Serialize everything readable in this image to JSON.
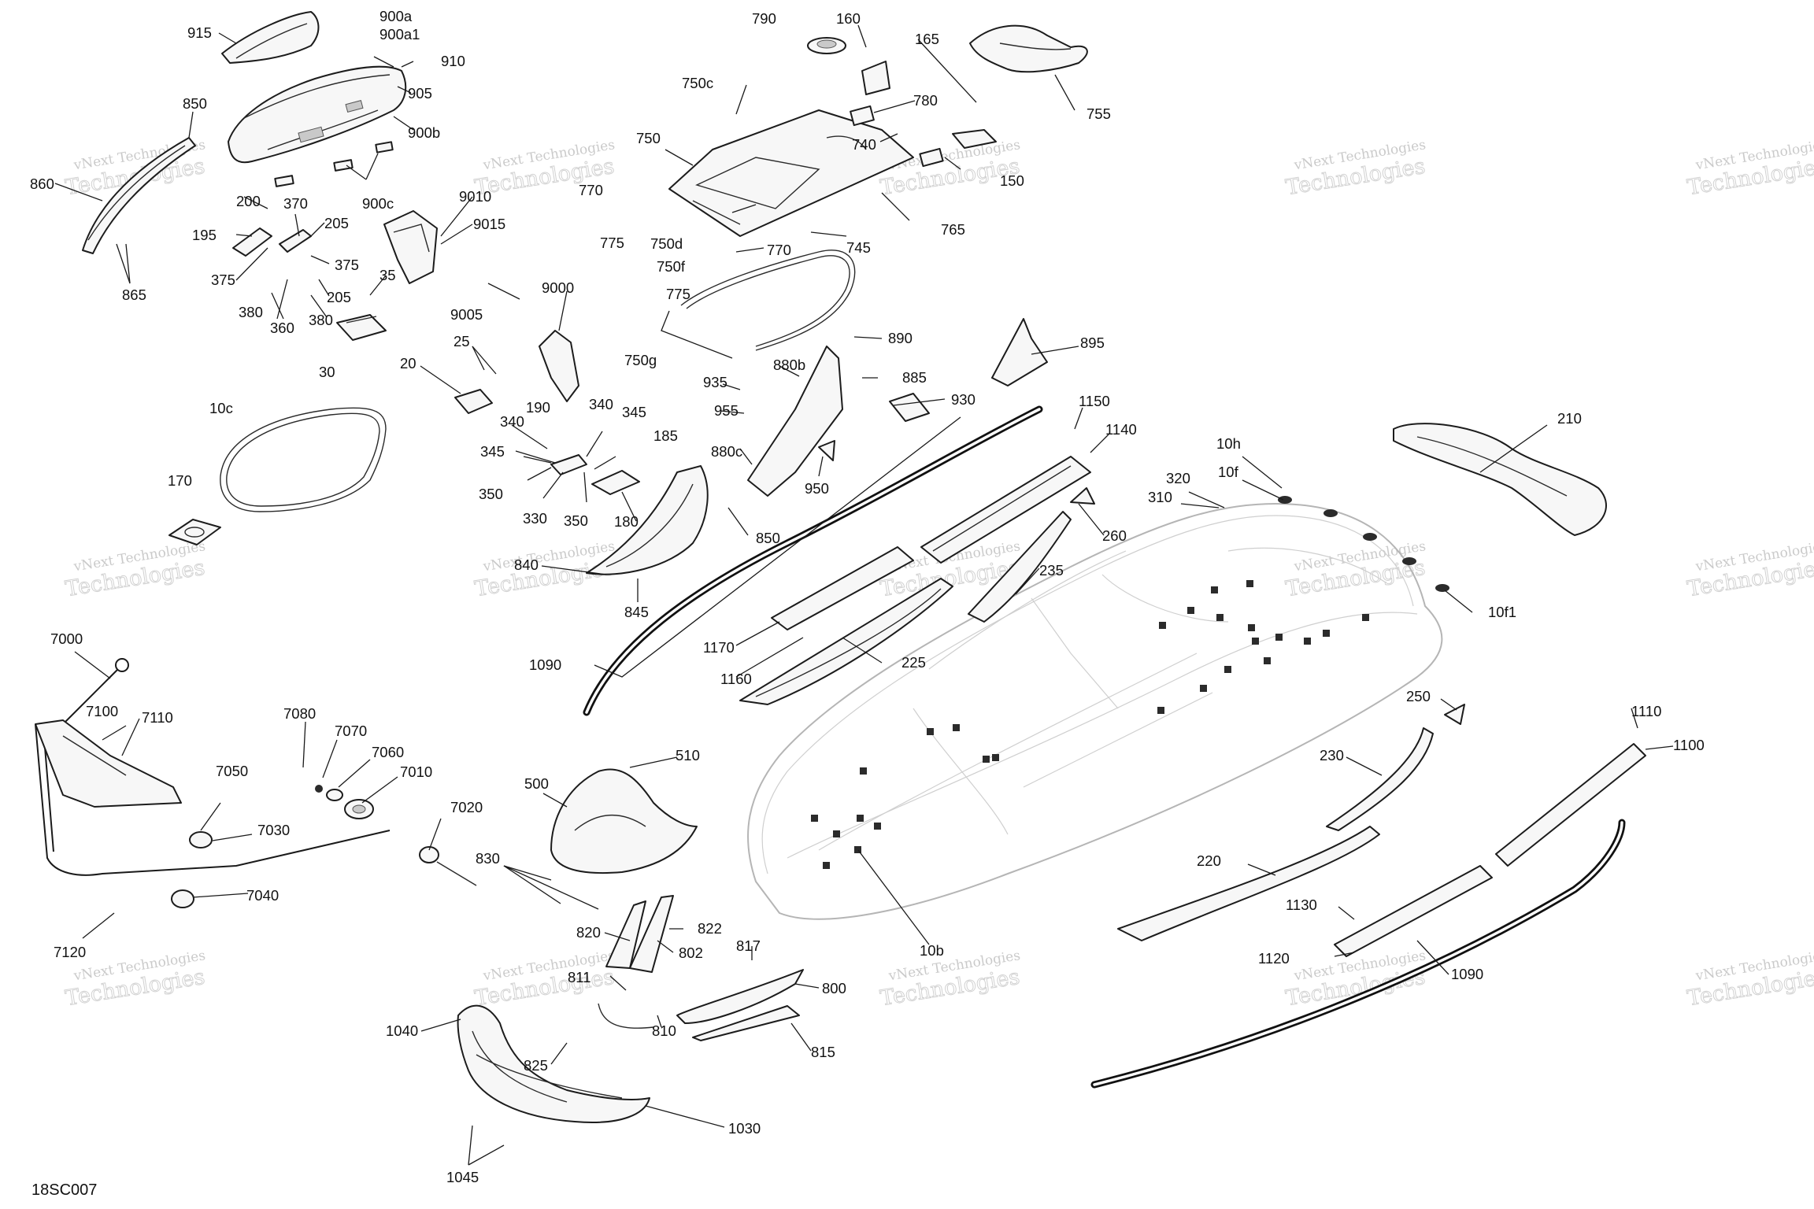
{
  "diagram_id": "18SC007",
  "watermark": {
    "line1": "vNext Technologies",
    "line2": "Technologies"
  },
  "labels": [
    {
      "id": "915",
      "text": "915"
    },
    {
      "id": "900a",
      "text": "900a"
    },
    {
      "id": "900a1",
      "text": "900a1"
    },
    {
      "id": "910",
      "text": "910"
    },
    {
      "id": "905",
      "text": "905"
    },
    {
      "id": "900b",
      "text": "900b"
    },
    {
      "id": "850a",
      "text": "850"
    },
    {
      "id": "860",
      "text": "860"
    },
    {
      "id": "900c",
      "text": "900c"
    },
    {
      "id": "200",
      "text": "200"
    },
    {
      "id": "370",
      "text": "370"
    },
    {
      "id": "205a",
      "text": "205"
    },
    {
      "id": "195",
      "text": "195"
    },
    {
      "id": "375a",
      "text": "375"
    },
    {
      "id": "375b",
      "text": "375"
    },
    {
      "id": "35",
      "text": "35"
    },
    {
      "id": "205b",
      "text": "205"
    },
    {
      "id": "380a",
      "text": "380"
    },
    {
      "id": "380b",
      "text": "380"
    },
    {
      "id": "360",
      "text": "360"
    },
    {
      "id": "865",
      "text": "865"
    },
    {
      "id": "30",
      "text": "30"
    },
    {
      "id": "9010",
      "text": "9010"
    },
    {
      "id": "9015",
      "text": "9015"
    },
    {
      "id": "790",
      "text": "790"
    },
    {
      "id": "160",
      "text": "160"
    },
    {
      "id": "165",
      "text": "165"
    },
    {
      "id": "755",
      "text": "755"
    },
    {
      "id": "750c",
      "text": "750c"
    },
    {
      "id": "780",
      "text": "780"
    },
    {
      "id": "740",
      "text": "740"
    },
    {
      "id": "750",
      "text": "750"
    },
    {
      "id": "150",
      "text": "150"
    },
    {
      "id": "770a",
      "text": "770"
    },
    {
      "id": "765",
      "text": "765"
    },
    {
      "id": "775a",
      "text": "775"
    },
    {
      "id": "745",
      "text": "745"
    },
    {
      "id": "750d",
      "text": "750d"
    },
    {
      "id": "770b",
      "text": "770"
    },
    {
      "id": "750f",
      "text": "750f"
    },
    {
      "id": "775b",
      "text": "775"
    },
    {
      "id": "750g",
      "text": "750g"
    },
    {
      "id": "9000",
      "text": "9000"
    },
    {
      "id": "9005",
      "text": "9005"
    },
    {
      "id": "25",
      "text": "25"
    },
    {
      "id": "20",
      "text": "20"
    },
    {
      "id": "10c",
      "text": "10c"
    },
    {
      "id": "170",
      "text": "170"
    },
    {
      "id": "190",
      "text": "190"
    },
    {
      "id": "340a",
      "text": "340"
    },
    {
      "id": "340b",
      "text": "340"
    },
    {
      "id": "345a",
      "text": "345"
    },
    {
      "id": "345b",
      "text": "345"
    },
    {
      "id": "185",
      "text": "185"
    },
    {
      "id": "350a",
      "text": "350"
    },
    {
      "id": "350b",
      "text": "350"
    },
    {
      "id": "330",
      "text": "330"
    },
    {
      "id": "180",
      "text": "180"
    },
    {
      "id": "850b",
      "text": "850"
    },
    {
      "id": "840",
      "text": "840"
    },
    {
      "id": "845",
      "text": "845"
    },
    {
      "id": "890",
      "text": "890"
    },
    {
      "id": "880b",
      "text": "880b"
    },
    {
      "id": "885",
      "text": "885"
    },
    {
      "id": "935",
      "text": "935"
    },
    {
      "id": "955",
      "text": "955"
    },
    {
      "id": "930",
      "text": "930"
    },
    {
      "id": "880c",
      "text": "880c"
    },
    {
      "id": "950",
      "text": "950"
    },
    {
      "id": "895",
      "text": "895"
    },
    {
      "id": "1150",
      "text": "1150"
    },
    {
      "id": "1140",
      "text": "1140"
    },
    {
      "id": "210",
      "text": "210"
    },
    {
      "id": "10h",
      "text": "10h"
    },
    {
      "id": "10f",
      "text": "10f"
    },
    {
      "id": "320",
      "text": "320"
    },
    {
      "id": "310",
      "text": "310"
    },
    {
      "id": "260",
      "text": "260"
    },
    {
      "id": "235",
      "text": "235"
    },
    {
      "id": "10f1",
      "text": "10f1"
    },
    {
      "id": "1170",
      "text": "1170"
    },
    {
      "id": "1160",
      "text": "1160"
    },
    {
      "id": "225",
      "text": "225"
    },
    {
      "id": "1090a",
      "text": "1090"
    },
    {
      "id": "7000",
      "text": "7000"
    },
    {
      "id": "7100",
      "text": "7100"
    },
    {
      "id": "7110",
      "text": "7110"
    },
    {
      "id": "7080",
      "text": "7080"
    },
    {
      "id": "7070",
      "text": "7070"
    },
    {
      "id": "7060",
      "text": "7060"
    },
    {
      "id": "7010",
      "text": "7010"
    },
    {
      "id": "7050",
      "text": "7050"
    },
    {
      "id": "7030",
      "text": "7030"
    },
    {
      "id": "7020",
      "text": "7020"
    },
    {
      "id": "7040",
      "text": "7040"
    },
    {
      "id": "7120",
      "text": "7120"
    },
    {
      "id": "510",
      "text": "510"
    },
    {
      "id": "500",
      "text": "500"
    },
    {
      "id": "830",
      "text": "830"
    },
    {
      "id": "250",
      "text": "250"
    },
    {
      "id": "230",
      "text": "230"
    },
    {
      "id": "1110",
      "text": "1110"
    },
    {
      "id": "1100",
      "text": "1100"
    },
    {
      "id": "220",
      "text": "220"
    },
    {
      "id": "10b",
      "text": "10b"
    },
    {
      "id": "1130",
      "text": "1130"
    },
    {
      "id": "1120",
      "text": "1120"
    },
    {
      "id": "1090b",
      "text": "1090"
    },
    {
      "id": "820",
      "text": "820"
    },
    {
      "id": "822",
      "text": "822"
    },
    {
      "id": "802",
      "text": "802"
    },
    {
      "id": "817",
      "text": "817"
    },
    {
      "id": "811",
      "text": "811"
    },
    {
      "id": "800",
      "text": "800"
    },
    {
      "id": "1040",
      "text": "1040"
    },
    {
      "id": "825",
      "text": "825"
    },
    {
      "id": "810",
      "text": "810"
    },
    {
      "id": "815",
      "text": "815"
    },
    {
      "id": "1030",
      "text": "1030"
    },
    {
      "id": "1045",
      "text": "1045"
    }
  ]
}
